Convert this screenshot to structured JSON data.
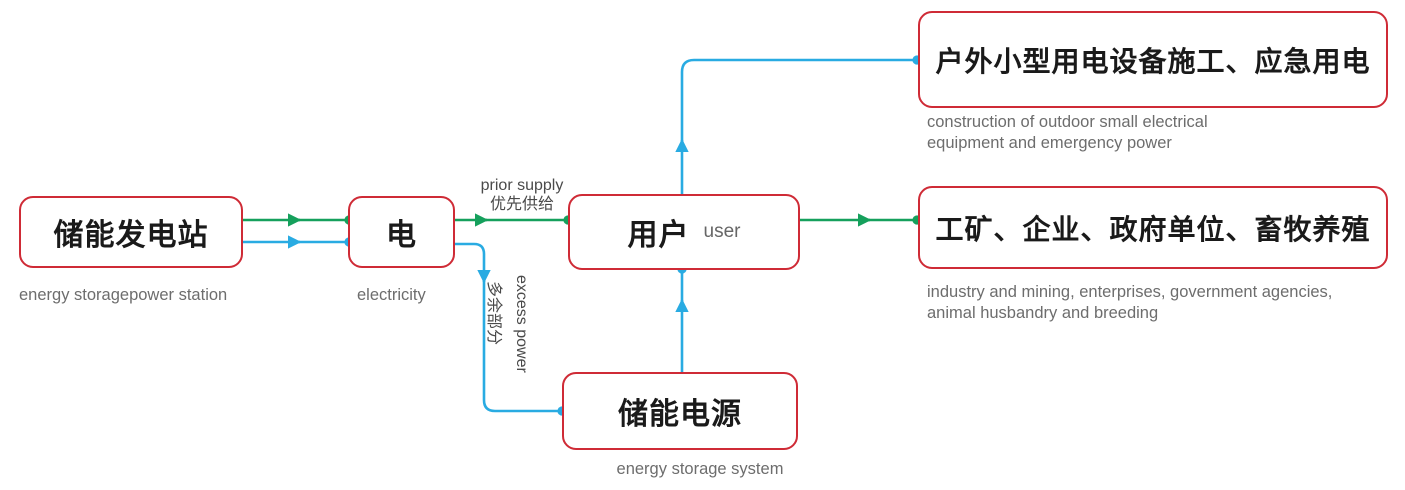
{
  "diagram": {
    "title": "energy storage power station distribution flow",
    "colors": {
      "box_border": "#cf2b36",
      "flow_green": "#15a05c",
      "flow_blue": "#29abe2",
      "caption_gray": "#6d6d6d",
      "label_gray": "#4a4a4a",
      "node_text": "#1a1a1a"
    },
    "nodes": [
      {
        "id": "power-station",
        "cn": "储能发电站",
        "en_inline": "",
        "caption": "energy storagepower station"
      },
      {
        "id": "electricity",
        "cn": "电",
        "en_inline": "",
        "caption": "electricity"
      },
      {
        "id": "user",
        "cn": "用户",
        "en_inline": "user",
        "caption": ""
      },
      {
        "id": "outdoor-equipment",
        "cn": "户外小型用电设备施工、应急用电",
        "en_inline": "",
        "caption": "construction of outdoor small electrical\nequipment and emergency power"
      },
      {
        "id": "industry-enterprise",
        "cn": "工矿、企业、政府单位、畜牧养殖",
        "en_inline": "",
        "caption": "industry and mining, enterprises, government agencies,\nanimal husbandry and breeding"
      },
      {
        "id": "storage-system",
        "cn": "储能电源",
        "en_inline": "",
        "caption": "energy storage system"
      }
    ],
    "edges": [
      {
        "id": "station-to-electricity-green",
        "from": "power-station",
        "to": "electricity",
        "color": "green",
        "label_en": "",
        "label_cn": ""
      },
      {
        "id": "station-to-electricity-blue",
        "from": "power-station",
        "to": "electricity",
        "color": "blue",
        "label_en": "",
        "label_cn": ""
      },
      {
        "id": "electricity-to-user",
        "from": "electricity",
        "to": "user",
        "color": "green",
        "label_en": "prior supply",
        "label_cn": "优先供给"
      },
      {
        "id": "electricity-to-storage",
        "from": "electricity",
        "to": "storage-system",
        "color": "blue",
        "label_en": "excess power",
        "label_cn": "多余部分"
      },
      {
        "id": "storage-to-user",
        "from": "storage-system",
        "to": "user",
        "color": "blue",
        "label_en": "",
        "label_cn": ""
      },
      {
        "id": "user-to-outdoor",
        "from": "user",
        "to": "outdoor-equipment",
        "color": "blue",
        "label_en": "",
        "label_cn": ""
      },
      {
        "id": "user-to-industry",
        "from": "user",
        "to": "industry-enterprise",
        "color": "green",
        "label_en": "",
        "label_cn": ""
      }
    ]
  }
}
